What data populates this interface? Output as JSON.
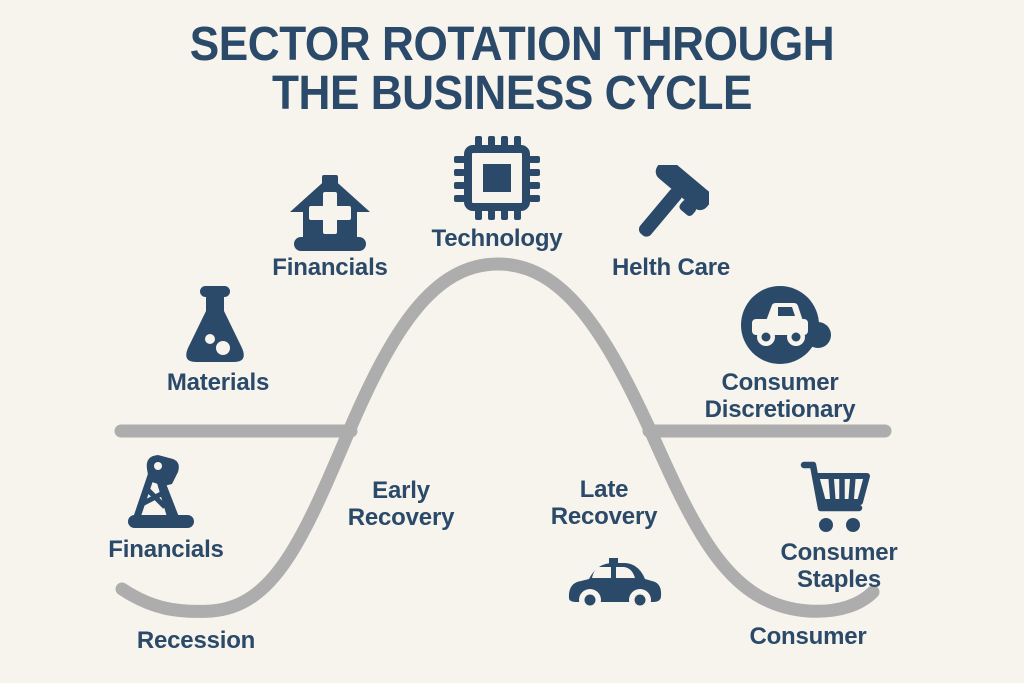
{
  "title": {
    "line1": "SECTOR ROTATION THROUGH",
    "line2": "THE BUSINESS CYCLE"
  },
  "colors": {
    "background": "#F7F4ED",
    "ink": "#2B4A6A",
    "curve": "#ADADAD"
  },
  "sectors": {
    "financials_top": {
      "label": "Financials",
      "icon": "house-cross-icon"
    },
    "technology": {
      "label": "Technology",
      "icon": "chip-icon"
    },
    "health_care": {
      "label": "Helth Care",
      "icon": "hammer-icon"
    },
    "materials": {
      "label": "Materials",
      "icon": "flask-icon"
    },
    "consumer_discretionary": {
      "label_line1": "Consumer",
      "label_line2": "Discretionary",
      "icon": "truck-circle-icon"
    },
    "financials_bottom": {
      "label": "Financials",
      "icon": "oil-derrick-icon"
    },
    "consumer_staples": {
      "label_line1": "Consumer",
      "label_line2": "Staples",
      "icon": "shopping-cart-icon"
    },
    "late_cycle_auto": {
      "icon": "car-icon"
    }
  },
  "stages": {
    "recession": {
      "label": "Recession"
    },
    "early_recovery": {
      "label_line1": "Early",
      "label_line2": "Recovery"
    },
    "late_recovery": {
      "label_line1": "Late",
      "label_line2": "Recovery"
    },
    "consumer": {
      "label": "Consumer"
    }
  }
}
